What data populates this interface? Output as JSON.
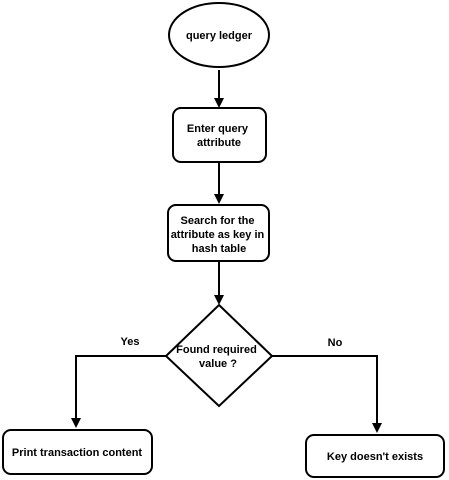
{
  "nodes": {
    "start": {
      "lines": [
        "query ledger"
      ]
    },
    "input": {
      "lines": [
        "Enter query",
        "attribute"
      ]
    },
    "search": {
      "lines": [
        "Search for the",
        "attribute as key in",
        "hash table"
      ]
    },
    "decision": {
      "lines": [
        "Found required",
        "value ?"
      ]
    },
    "print": {
      "lines": [
        "Print transaction content"
      ]
    },
    "missing": {
      "lines": [
        "Key doesn't exists"
      ]
    }
  },
  "edges": {
    "yes_label": "Yes",
    "no_label": "No"
  },
  "colors": {
    "stroke": "#000000",
    "fill": "#ffffff",
    "text": "#000000"
  }
}
